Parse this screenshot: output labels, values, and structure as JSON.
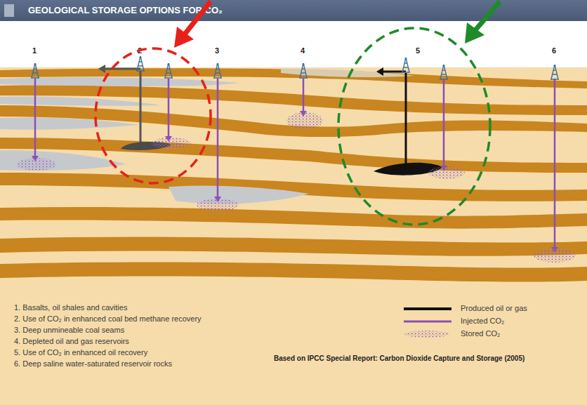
{
  "diagram": {
    "title": "GEOLOGICAL STORAGE OPTIONS FOR CO₂",
    "labels": [
      "1",
      "2",
      "3",
      "4",
      "5",
      "6",
      "1. Basalts, oil shales and cavities",
      "2. Use of CO₂ in enhanced coal bed methane recovery",
      "3. Deep unmineable coal seams",
      "4. Depleted oil and gas reservoirs",
      "5. Use of CO₂ in enhanced oil recovery",
      "6. Deep saline water-saturated reservoir rocks",
      "Based on IPCC Special Report: Carbon Dioxide Capture and Storage (2005)"
    ],
    "legend": [
      {
        "text": "Produced oil or gas"
      },
      {
        "text": "Injected CO₂"
      },
      {
        "text": "Stored CO₂"
      }
    ]
  }
}
